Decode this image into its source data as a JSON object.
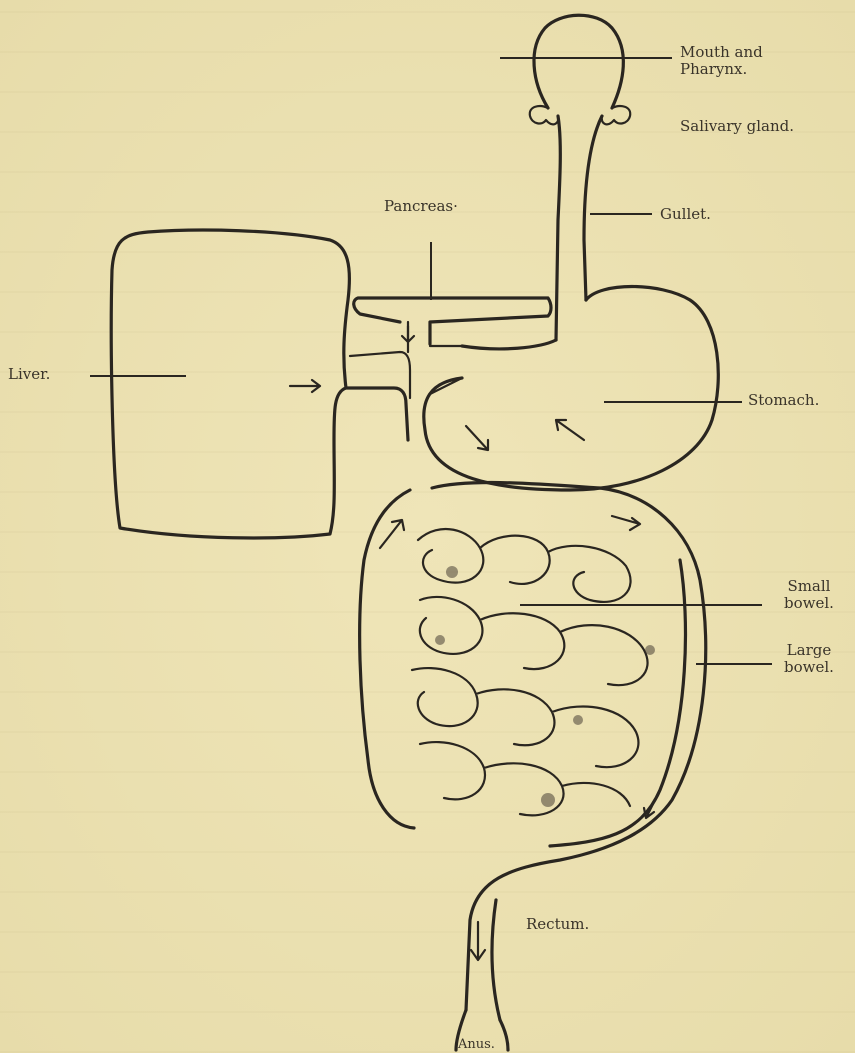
{
  "labels": {
    "mouth": "Mouth and\nPharynx.",
    "salivary": "Salivary gland.",
    "gullet": "Gullet.",
    "pancreas": "Pancreas·",
    "liver": "Liver.",
    "stomach": "Stomach.",
    "small_bowel": "Small\nbowel.",
    "large_bowel": "Large\nbowel.",
    "rectum": "Rectum.",
    "anus": "Anus."
  }
}
